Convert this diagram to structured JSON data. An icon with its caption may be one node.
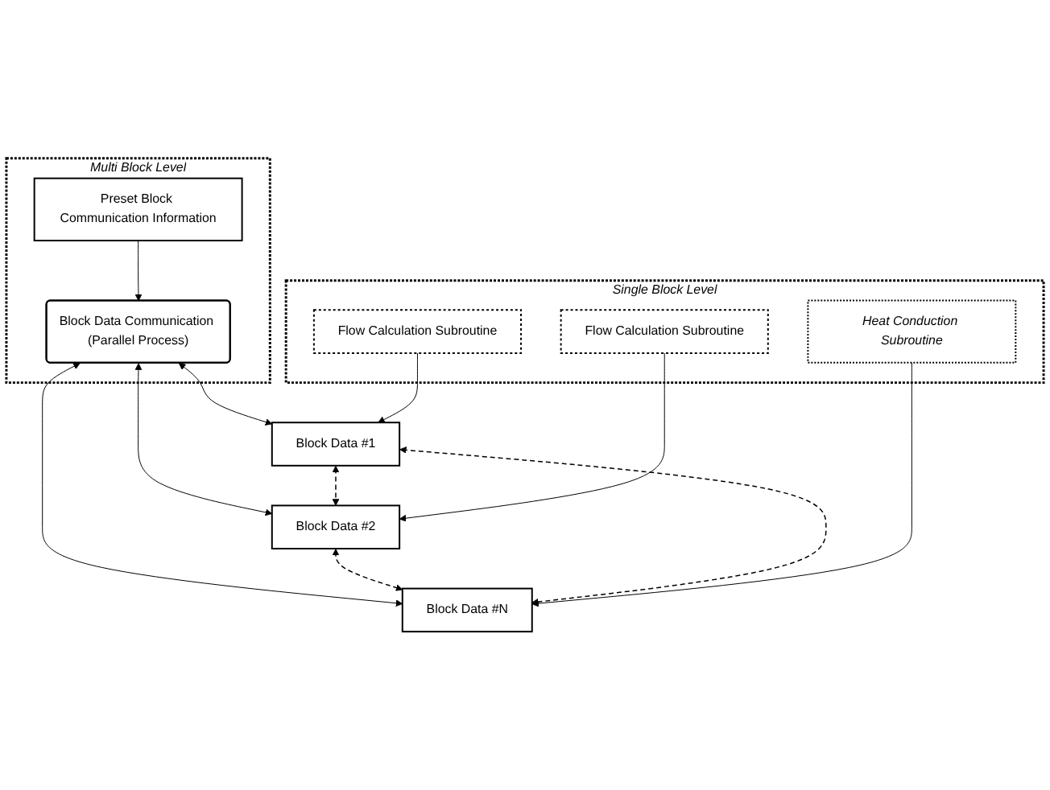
{
  "diagram": {
    "nodes": [
      {
        "text": [
          "Multi Block Level"
        ]
      },
      {
        "text": [
          "Preset Block Communication Information"
        ],
        "in": 0
      },
      {
        "text": [
          "Block Data Communication (Parallel Process)"
        ],
        "in": 0
      },
      {
        "text": [
          "Block Data #1"
        ]
      },
      {
        "text": [
          "Block Data #2"
        ]
      },
      {
        "text": [
          "Block Data #N"
        ]
      },
      {
        "text": [
          "Single Block Level"
        ]
      },
      {
        "text": [
          "Flow Calculation Subroutine"
        ],
        "in": 6
      },
      {
        "text": [
          "Flow Calculation Subroutine"
        ],
        "in": 6
      },
      {
        "text": [
          "Heat Conduction Subroutine"
        ],
        "in": 6
      }
    ],
    "edges": [
      {
        "from": 1,
        "to": 2,
        "arrow": "to"
      },
      {
        "from": 2,
        "to": 3,
        "arrow": "both"
      },
      {
        "from": 2,
        "to": 4,
        "arrow": "both"
      },
      {
        "from": 2,
        "to": 5,
        "arrow": "both"
      },
      {
        "from": 3,
        "to": 4,
        "arrow": "both",
        "style": "dashed"
      },
      {
        "from": 4,
        "to": 5,
        "arrow": "both",
        "style": "dashed"
      },
      {
        "from": 3,
        "to": 5,
        "arrow": "both",
        "style": "dashed"
      },
      {
        "from": 7,
        "to": 3,
        "arrow": "to"
      },
      {
        "from": 8,
        "to": 4,
        "arrow": "to"
      },
      {
        "from": 9,
        "to": 5,
        "arrow": "to"
      }
    ]
  }
}
